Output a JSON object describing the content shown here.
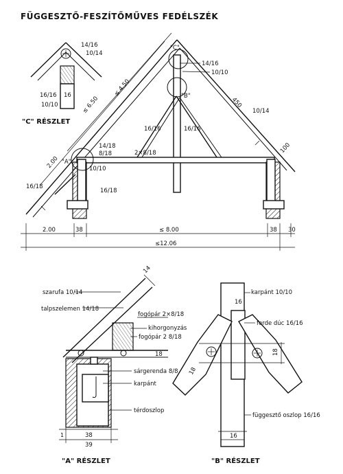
{
  "title": "FÜGGESZTŐ-FESZÍTŐMŰVES FEDÉLSZÉK",
  "main": {
    "c_label": "\"C\"",
    "b_label": "\"B\"",
    "a_label": "\"A\"",
    "d_14_16": "14/16",
    "d_10_10": "10/10",
    "d_450_right": "450",
    "d_10_14": "10/14",
    "d_16_16_left": "16/16",
    "d_16_16_mid": "16/16",
    "d_2x8_18": "2×8/18",
    "d_14_18": "14/18",
    "d_8_18": "8/18",
    "d_10_10_a": "10/10",
    "d_16_18_left": "16/18",
    "d_16_18_post": "16/18",
    "d_100": "100",
    "d_200_slope": "2.00",
    "d_650": "≤ 6.50",
    "d_450_left": "≤ 4.50",
    "dim_200": "2.00",
    "dim_38_left": "38",
    "dim_800": "≤ 8.00",
    "dim_38_right": "38",
    "dim_30": "30",
    "dim_1206": "≤12.06"
  },
  "detail_c": {
    "d_14_16": "14/16",
    "d_10_14": "10/14",
    "d_16_16": "16/16",
    "d_16": "16",
    "d_10_10": "10/10",
    "caption": "\"C\" RÉSZLET"
  },
  "detail_a": {
    "szarufa": "szarufa 10/14",
    "talpszelemen": "talpszelemen 14/18",
    "fogopar_2x": "fogópár 2×8/18",
    "kihorgonyzas": "kihorgonyzás",
    "fogopar_2": "fogópár 2  8/18",
    "d_18": "18",
    "sargerenda": "sárgerenda 8/8",
    "karpant": "karpánt",
    "terdoszlop": "térdoszlop",
    "d_14": "14",
    "d_1": "1",
    "d_38": "38",
    "d_39": "39",
    "caption": "\"A\" RÉSZLET"
  },
  "detail_b": {
    "karpant": "karpánt 10/10",
    "d_16_top": "16",
    "ferde_duc": "ferde dúc 16/16",
    "d_18": "18",
    "d_18_rot": "18",
    "fuggeszto": "függesztő oszlop 16/16",
    "d_16_bottom": "16",
    "caption": "\"B\" RÉSZLET"
  }
}
